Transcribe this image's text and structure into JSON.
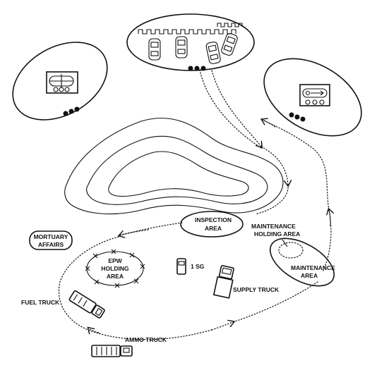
{
  "labels": {
    "inspection_area": [
      "INSPECTION",
      "AREA"
    ],
    "mortuary_affairs": [
      "MORTUARY",
      "AFFAIRS"
    ],
    "maintenance_holding_area": [
      "MAINTENANCE",
      "HOLDING AREA"
    ],
    "maintenance_area": [
      "MAINTENANCE",
      "AREA"
    ],
    "epw_holding_area": [
      "EPW",
      "HOLDING",
      "AREA"
    ],
    "one_sg": "1 SG",
    "supply_truck": "SUPPLY TRUCK",
    "fuel_truck": "FUEL TRUCK",
    "ammo_truck": "AMMO TRUCK"
  },
  "icons": {
    "tracked_vehicle": "tracked-vehicle-icon",
    "wheeled_vehicle": "wheeled-vehicle-icon",
    "car_top_view": "car-top-view-icon",
    "truck": "truck-icon",
    "barbed_wire": "barbed-wire-icon"
  }
}
